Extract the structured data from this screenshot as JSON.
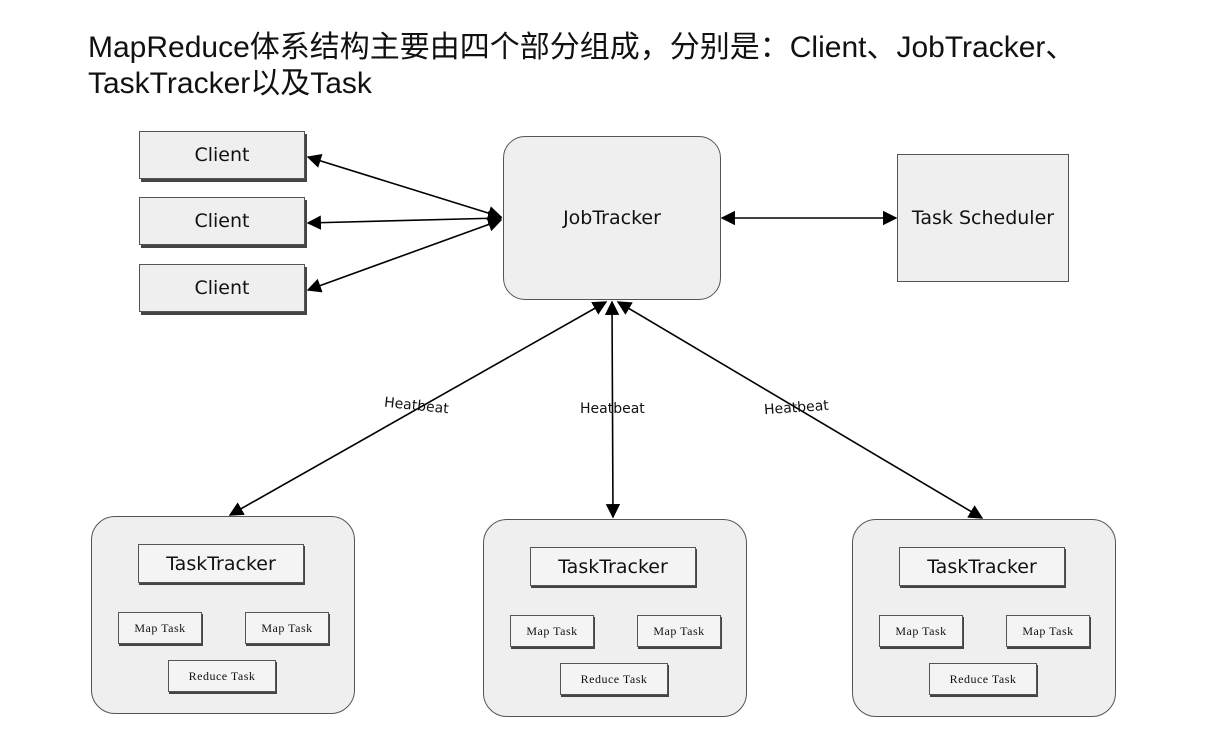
{
  "title": "MapReduce体系结构主要由四个部分组成，分别是：Client、JobTracker、TaskTracker以及Task",
  "clients": [
    "Client",
    "Client",
    "Client"
  ],
  "jobtracker": "JobTracker",
  "scheduler": "Task Scheduler",
  "heartbeat_label": "Heatbeat",
  "tasktracker_groups": [
    {
      "tracker": "TaskTracker",
      "map_tasks": [
        "Map Task",
        "Map Task"
      ],
      "reduce_task": "Reduce Task"
    },
    {
      "tracker": "TaskTracker",
      "map_tasks": [
        "Map Task",
        "Map Task"
      ],
      "reduce_task": "Reduce Task"
    },
    {
      "tracker": "TaskTracker",
      "map_tasks": [
        "Map Task",
        "Map Task"
      ],
      "reduce_task": "Reduce Task"
    }
  ]
}
